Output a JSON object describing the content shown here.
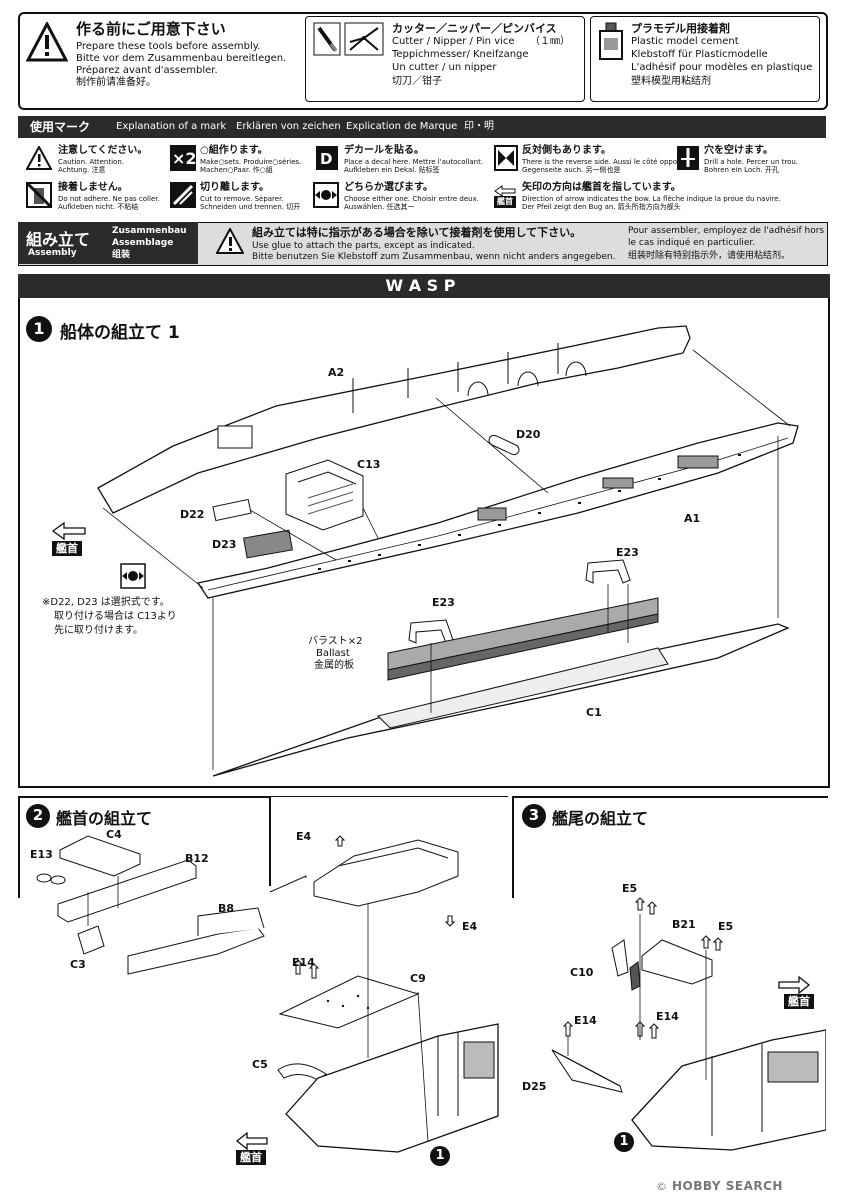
{
  "tools": {
    "title": "作る前にご用意下さい",
    "lines": [
      "Prepare these tools before assembly.",
      "Bitte vor dem Zusammenbau bereitlegen.",
      "Préparez avant d'assembler.",
      "制作前请准备好。"
    ],
    "cutter_title": "カッター／ニッパー／ピンバイス",
    "cutter_lines": [
      "Cutter / Nipper / Pin vice",
      "Teppichmesser/ Kneifzange",
      "Un cutter / un nipper",
      "切刀／钳子"
    ],
    "cutter_size": "（１㎜）",
    "cement_title": "プラモデル用接着剤",
    "cement_lines": [
      "Plastic model cement",
      "Klebstoff für Plasticmodelle",
      "L'adhésif pour modèles en plastique",
      "塑料模型用粘结剂"
    ]
  },
  "marks": {
    "header_jp": "使用マーク",
    "header_en": "Explanation of a mark",
    "header_de": "Erklären von zeichen",
    "header_fr": "Explication  de Marque",
    "header_cn": "印・明",
    "items": [
      {
        "jp": "注意してください。",
        "l1": "Caution.           Attention.",
        "l2": "Achtung.          注意"
      },
      {
        "jp": "○組作ります。",
        "l1": "Make○sets.     Produire○séries.",
        "l2": "Machen○Paar.  作○組"
      },
      {
        "jp": "デカールを貼る。",
        "l1": "Place a decal here.  Mettre l'autocollant.",
        "l2": "Aufkleben ein Dekal.  贴标签"
      },
      {
        "jp": "反対側もあります。",
        "l1": "There is the reverse side. Aussi le côté opposé.",
        "l2": "Gegenseite auch.        另一侧也是"
      },
      {
        "jp": "穴を空けます。",
        "l1": "Drill a hole.          Percer un trou.",
        "l2": "Bohren ein Loch.    开孔"
      },
      {
        "jp": "接着しません。",
        "l1": "Do not adhere.   Ne pas coller.",
        "l2": "Aufkleben nicht.  不粘结"
      },
      {
        "jp": "切り離します。",
        "l1": "Cut to remove. Séparer.",
        "l2": "Schneiden und trennen.  切开"
      },
      {
        "jp": "どちらか選びます。",
        "l1": "Choose either one. Choisir entre deux.",
        "l2": "Auswählen.              任选其一"
      },
      {
        "jp": "矢印の方向は艦首を指しています。",
        "l1": "Direction of arrow indicates the bow.  La flèche indique la proue du navire.",
        "l2": "Der Pfeil zeigt den Bug an.              箭头所指方向为舰头"
      }
    ],
    "bow_badge": "艦首"
  },
  "assembly": {
    "jp": "組み立て",
    "en": "Assembly",
    "de": "Zusammenbau",
    "fr": "Assemblage",
    "cn": "组装",
    "note_jp": "組み立ては特に指示がある場合を除いて接着剤を使用して下さい。",
    "note_en": "Use glue to attach the parts, except as indicated.",
    "note_de": "Bitte benutzen Sie Klebstoff zum Zusammenbau, wenn nicht anders angegeben.",
    "note_fr1": "Pour assembler, employez de l'adhésif hors",
    "note_fr2": "le cas indiqué en particulier.",
    "note_cn": "组装时除有特别指示外，请使用粘结剂。"
  },
  "wasp": {
    "title": "W A S P",
    "step1": {
      "num": "1",
      "title": "船体の組立て 1"
    },
    "parts1": [
      "A2",
      "D20",
      "C13",
      "A1",
      "D22",
      "D23",
      "E23",
      "E23",
      "C1"
    ],
    "ballast": [
      "バラスト×2",
      "Ballast",
      "金属的板"
    ],
    "note": [
      "※D22, D23 は選択式です。",
      "取り付ける場合は C13より",
      "先に取り付けます。"
    ],
    "bow": "艦首"
  },
  "step2": {
    "num": "2",
    "title": "艦首の組立て",
    "parts": [
      "C4",
      "E13",
      "B12",
      "B8",
      "C3",
      "E4",
      "E4",
      "E14",
      "C9",
      "C5"
    ],
    "ref": "1",
    "bow": "艦首"
  },
  "step3": {
    "num": "3",
    "title": "艦尾の組立て",
    "parts": [
      "E5",
      "B21",
      "E5",
      "C10",
      "E14",
      "E14",
      "D25"
    ],
    "ref": "1",
    "bow": "艦首"
  },
  "watermark": "HOBBY SEARCH",
  "watermark_sub": "©"
}
